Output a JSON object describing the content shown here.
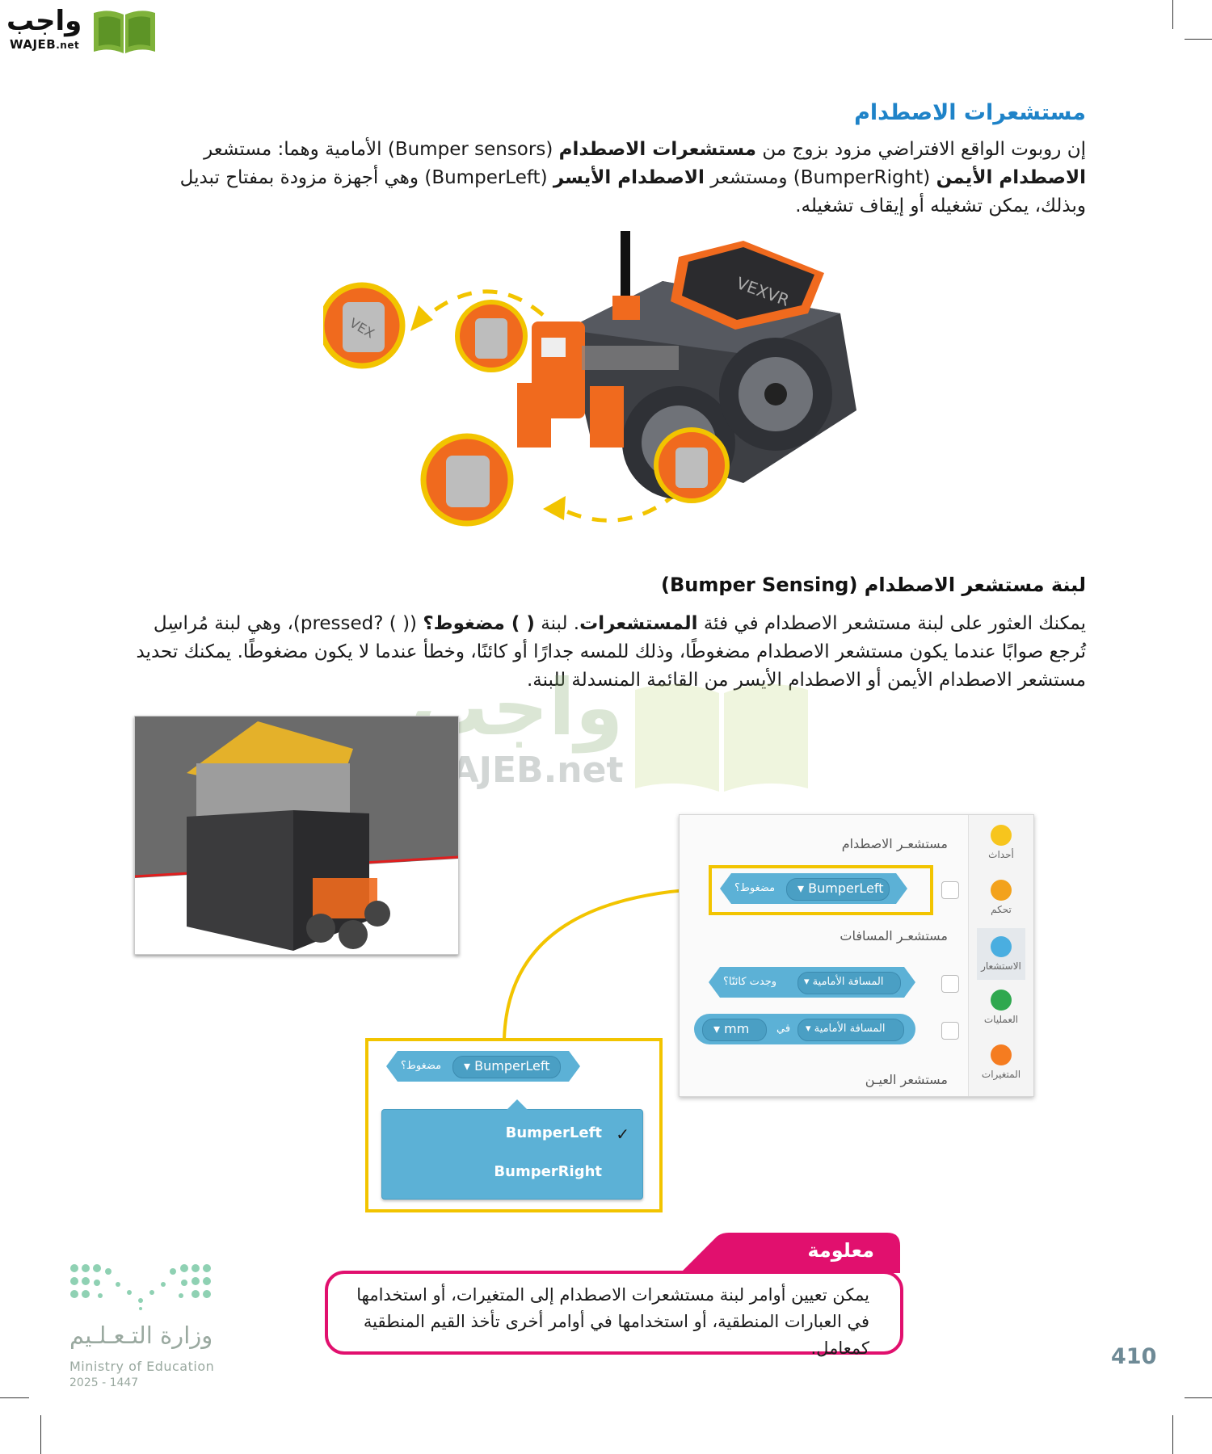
{
  "logo": {
    "arabic": "واجب",
    "latin": "WAJEB",
    "tld": ".net"
  },
  "section1": {
    "title": "مستشعرات الاصطدام",
    "paragraph": [
      {
        "t": "إن روبوت الواقع الافتراضي مزود بزوج من "
      },
      {
        "t": "مستشعرات الاصطدام",
        "b": true
      },
      {
        "t": " (Bumper sensors) الأمامية وهما: مستشعر "
      },
      {
        "t": "الاصطدام الأيمن",
        "b": true
      },
      {
        "t": " (BumperRight) ومستشعر "
      },
      {
        "t": "الاصطدام الأيسر",
        "b": true
      },
      {
        "t": " (BumperLeft) وهي أجهزة مزودة بمفتاح تبديل وبذلك، يمكن تشغيله أو إيقاف تشغيله."
      }
    ]
  },
  "robot_image": {
    "brand": "VEXVR",
    "sensor_label": "VEX"
  },
  "section2": {
    "title": "لبنة مستشعر الاصطدام (Bumper Sensing)",
    "paragraph": [
      {
        "t": "يمكنك العثور على لبنة مستشعر الاصطدام في فئة "
      },
      {
        "t": "المستشعرات",
        "b": true
      },
      {
        "t": ". لبنة "
      },
      {
        "t": "( ) مضغوط؟",
        "b": true
      },
      {
        "t": " (( ) ?pressed)، وهي لبنة مُراسِل تُرجع صوابًا عندما يكون مستشعر الاصطدام مضغوطًا، وذلك للمسه جدارًا أو كائنًا، وخطأ عندما لا يكون مضغوطًا. يمكنك تحديد مستشعر الاصطدام الأيمن أو الاصطدام الأيسر من القائمة المنسدلة للبنة."
      }
    ]
  },
  "palette": {
    "categories": [
      {
        "label": "أحداث",
        "color": "#f7c51d"
      },
      {
        "label": "تحكم",
        "color": "#f3a21c"
      },
      {
        "label": "الاستشعار",
        "color": "#4aaee0"
      },
      {
        "label": "العمليات",
        "color": "#2fa84f"
      },
      {
        "label": "المتغيرات",
        "color": "#f57c20"
      }
    ],
    "bumper_section": "مستشعـر الاصطدام",
    "distance_section": "مستشعـر المسافات",
    "eye_section": "مستشعر العيـن",
    "bumper_block": {
      "dropdown": "BumperLeft",
      "suffix": "مضغوط؟"
    },
    "distance_block1": {
      "dropdown": "المسافة الأمامية",
      "suffix": "وجدت كائنًا؟"
    },
    "distance_block2": {
      "dropdown": "المسافة الأمامية",
      "mid": "في",
      "unit": "mm"
    }
  },
  "dropdown_demo": {
    "block": {
      "dropdown": "BumperLeft",
      "suffix": "مضغوط؟"
    },
    "options": [
      "BumperLeft",
      "BumperRight"
    ],
    "checkmark": "✓"
  },
  "info": {
    "title": "معلومة",
    "text": "يمكن تعيين أوامر لبنة مستشعرات الاصطدام إلى المتغيرات، أو استخدامها في العبارات المنطقية، أو استخدامها في أوامر أخرى تأخذ القيم المنطقية كمعامل."
  },
  "ministry": {
    "arabic": "وزارة التـعـلـيم",
    "english": "Ministry of Education",
    "year": "2025 - 1447"
  },
  "page_number": "410"
}
